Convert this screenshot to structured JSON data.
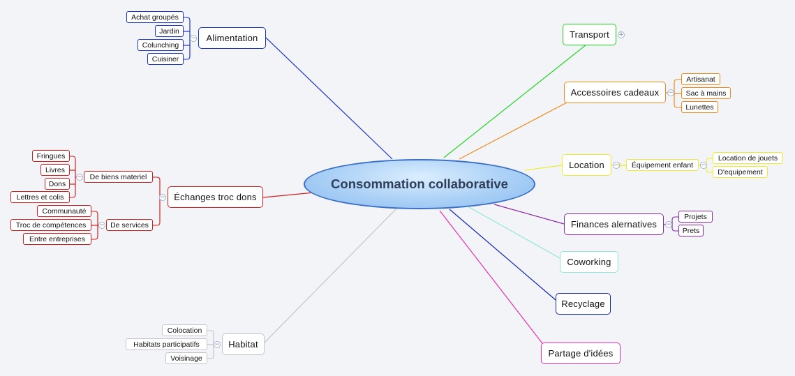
{
  "central": {
    "label": "Consommation collaborative",
    "color": "#3a6fc4"
  },
  "branches": {
    "alimentation": {
      "label": "Alimentation",
      "color": "#1a33c8",
      "children": [
        "Achat groupés",
        "Jardin",
        "Colunching",
        "Cuisiner"
      ]
    },
    "echanges": {
      "label": "Échanges troc dons",
      "color": "#d21f1f",
      "groups": [
        {
          "label": "De biens materiel",
          "children": [
            "Fringues",
            "Livres",
            "Dons",
            "Lettres et colis"
          ]
        },
        {
          "label": "De services",
          "children": [
            "Communauté",
            "Troc de compétences",
            "Entre entreprises"
          ]
        }
      ]
    },
    "habitat": {
      "label": "Habitat",
      "color": "#c4c4cc",
      "children": [
        "Colocation",
        "Habitats participatifs",
        "Voisinage"
      ]
    },
    "transport": {
      "label": "Transport",
      "color": "#25d325",
      "toggle": "+"
    },
    "accessoires": {
      "label": "Accessoires cadeaux",
      "color": "#ee8a1a",
      "children": [
        "Artisanat",
        "Sac à mains",
        "Lunettes"
      ]
    },
    "location": {
      "label": "Location",
      "color": "#ecec2c",
      "group": {
        "label": "Équipement enfant",
        "children": [
          "Location de jouets",
          "D'equipement"
        ]
      }
    },
    "finances": {
      "label": "Finances alernatives",
      "color": "#8a2aa4",
      "children": [
        "Projets",
        "Prets"
      ]
    },
    "coworking": {
      "label": "Coworking",
      "color": "#8fe6da"
    },
    "recyclage": {
      "label": "Recyclage",
      "color": "#1228b0"
    },
    "partage": {
      "label": "Partage d'idées",
      "color": "#e631b0"
    }
  }
}
